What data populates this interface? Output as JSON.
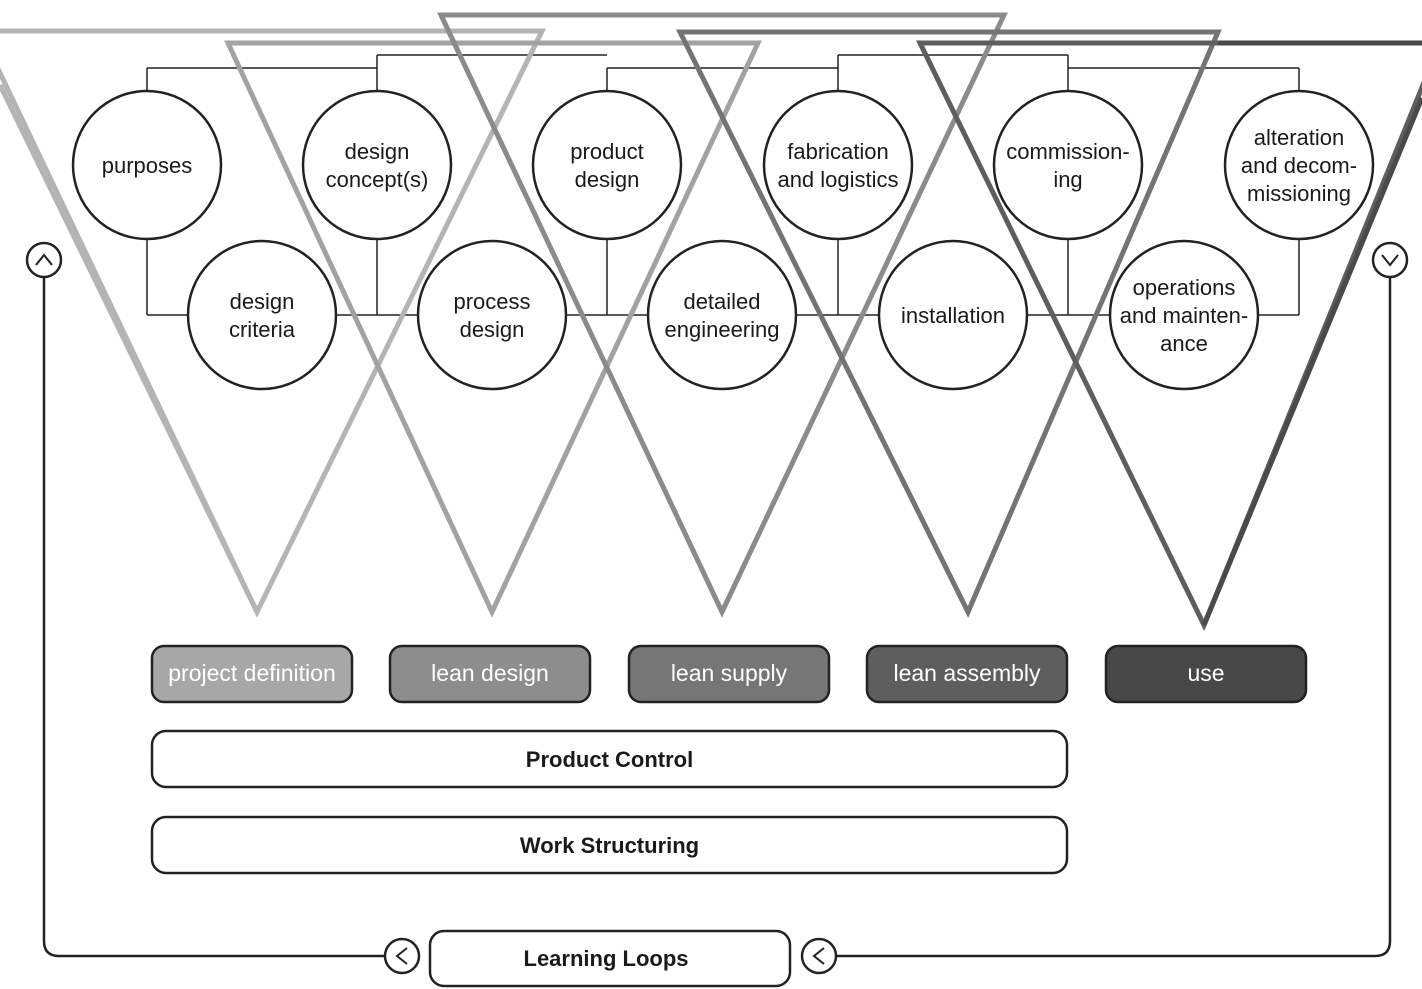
{
  "steps": [
    {
      "lines": [
        "purposes"
      ]
    },
    {
      "lines": [
        "design",
        "criteria"
      ]
    },
    {
      "lines": [
        "design",
        "concept(s)"
      ]
    },
    {
      "lines": [
        "process",
        "design"
      ]
    },
    {
      "lines": [
        "product",
        "design"
      ]
    },
    {
      "lines": [
        "detailed",
        "engineering"
      ]
    },
    {
      "lines": [
        "fabrication",
        "and logistics"
      ]
    },
    {
      "lines": [
        "installation"
      ]
    },
    {
      "lines": [
        "commission-",
        "ing"
      ]
    },
    {
      "lines": [
        "operations",
        "and mainten-",
        "ance"
      ]
    },
    {
      "lines": [
        "alteration",
        "and decom-",
        "missioning"
      ]
    }
  ],
  "phases": [
    {
      "label": "project definition",
      "color": "#a7a7a7"
    },
    {
      "label": "lean design",
      "color": "#8d8d8d"
    },
    {
      "label": "lean supply",
      "color": "#767676"
    },
    {
      "label": "lean assembly",
      "color": "#5e5e5e"
    },
    {
      "label": "use",
      "color": "#474747"
    }
  ],
  "triangle_colors": [
    "#b4b4b4",
    "#a2a2a2",
    "#8b8b8b",
    "#747474",
    "#5e5e5e",
    "#4a4a4a"
  ],
  "bars": {
    "product_control": "Product Control",
    "work_structuring": "Work Structuring",
    "learning_loops": "Learning Loops"
  },
  "arrow_icons": {
    "left_up": "chevron-up-icon",
    "right_down": "chevron-down-icon",
    "loop_left": "chevron-left-icon",
    "loop_right": "chevron-left-icon"
  }
}
